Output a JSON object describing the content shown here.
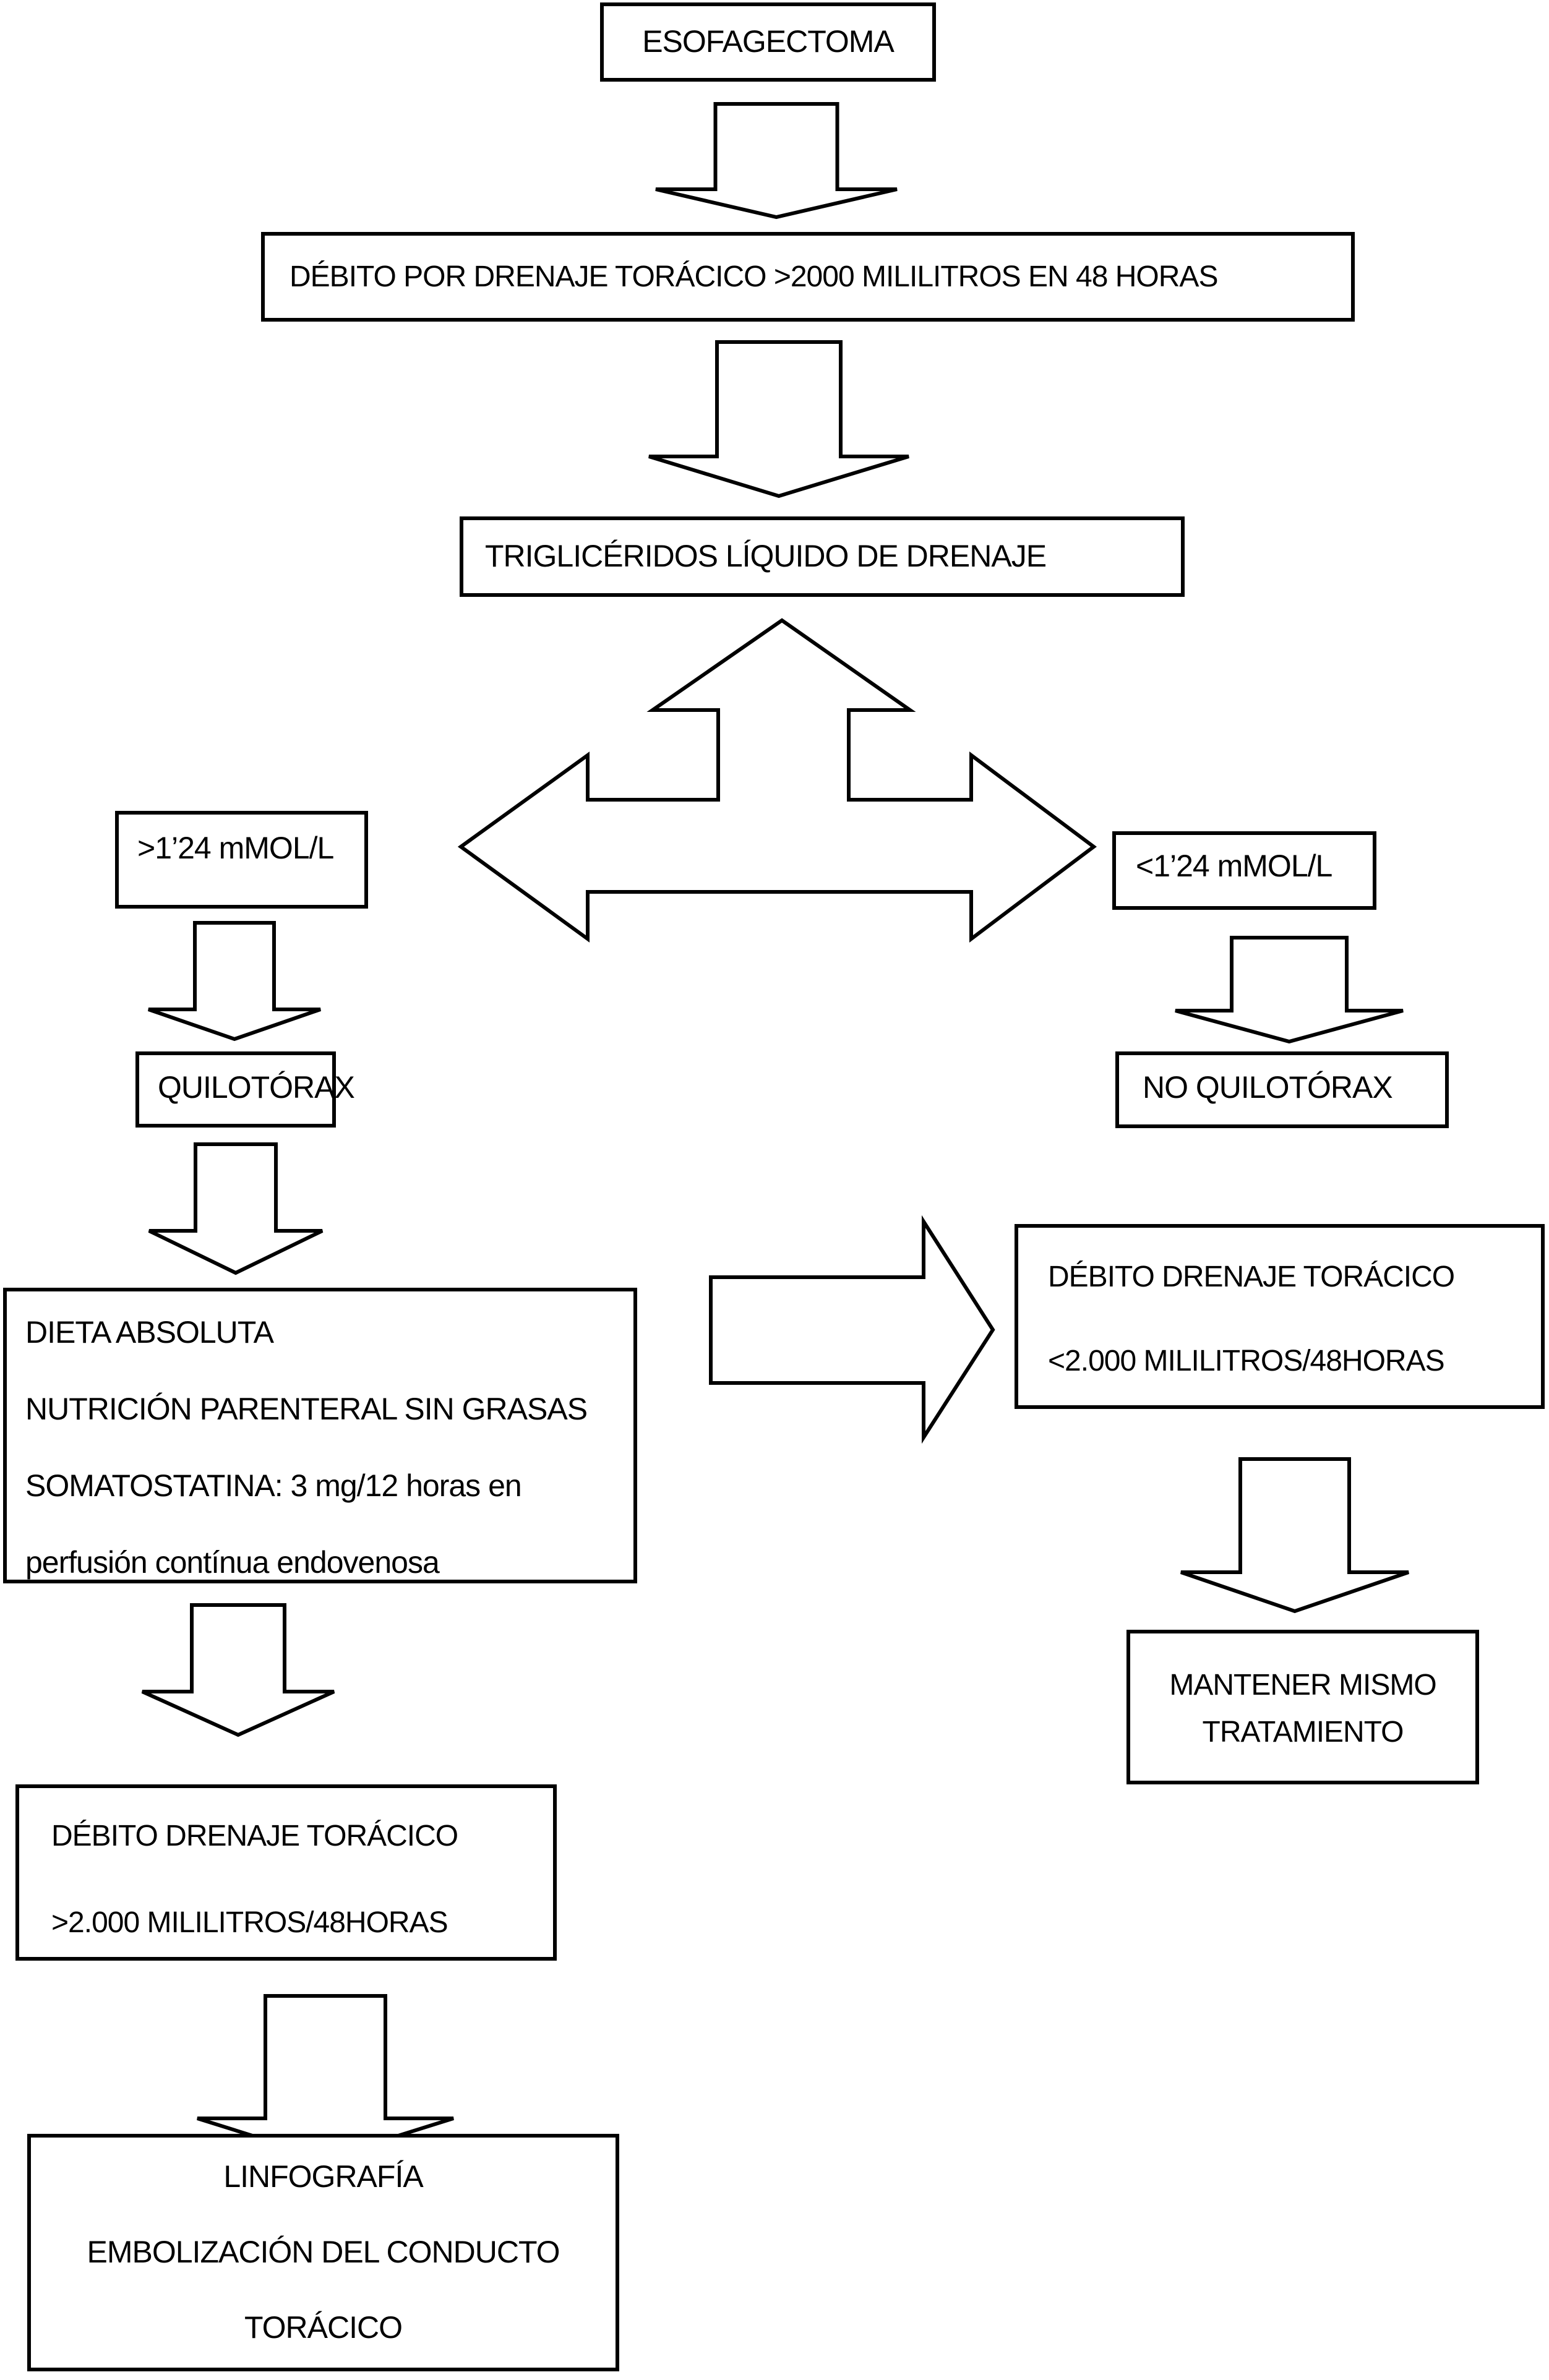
{
  "colors": {
    "background": "#ffffff",
    "line": "#000000",
    "text": "#000000"
  },
  "flowchart": {
    "nodes": {
      "esofagectoma": {
        "label": "ESOFAGECTOMA"
      },
      "debito48h": {
        "label": "DÉBITO POR DRENAJE TORÁCICO >2000 MILILITROS EN 48 HORAS"
      },
      "trigliceridos": {
        "label": "TRIGLICÉRIDOS LÍQUIDO DE DRENAJE"
      },
      "mayor124": {
        "label": ">1’24 mMOL/L"
      },
      "menor124": {
        "label": "<1’24 mMOL/L"
      },
      "quilotorax": {
        "label": "QUILOTÓRAX"
      },
      "no_quilotorax": {
        "label": "NO QUILOTÓRAX"
      },
      "tratamiento": {
        "lines": [
          "DIETA ABSOLUTA",
          "NUTRICIÓN PARENTERAL SIN GRASAS",
          "SOMATOSTATINA: 3 mg/12 horas en",
          "perfusión contínua endovenosa"
        ]
      },
      "debito_menor2000": {
        "lines": [
          "DÉBITO DRENAJE TORÁCICO",
          "<2.000 MILILITROS/48HORAS"
        ]
      },
      "mantener": {
        "lines": [
          "MANTENER MISMO",
          "TRATAMIENTO"
        ]
      },
      "debito_mayor2000": {
        "lines": [
          "DÉBITO DRENAJE TORÁCICO",
          ">2.000 MILILITROS/48HORAS"
        ]
      },
      "linfografia": {
        "lines": [
          "LINFOGRAFÍA",
          "EMBOLIZACIÓN DEL CONDUCTO",
          "TORÁCICO"
        ]
      }
    }
  }
}
